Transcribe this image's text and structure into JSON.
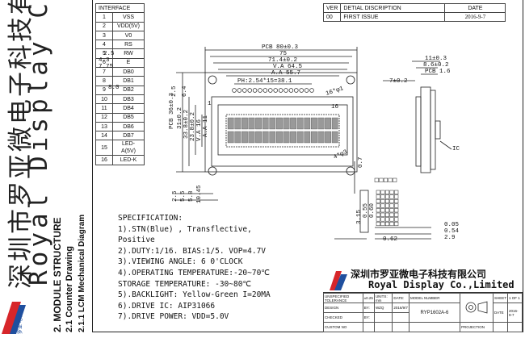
{
  "side_strip": {
    "company_cn": "深圳市罗亚微电子科技有限公司",
    "company_en": "Royal Display Co., Limited",
    "logo_text": "罗亚 电子",
    "section_main": "2. MODULE STRUCTURE",
    "section_sub": "2.1  Counter Drawing",
    "section_sub2": "2.1.1  LCM Mechanical Diagram"
  },
  "interface": {
    "title": "INTERFACE",
    "rows": [
      [
        "1",
        "VSS"
      ],
      [
        "2",
        "VDD(5V)"
      ],
      [
        "3",
        "V0"
      ],
      [
        "4",
        "RS"
      ],
      [
        "5",
        "RW"
      ],
      [
        "6",
        "E"
      ],
      [
        "7",
        "DB0"
      ],
      [
        "8",
        "DB1"
      ],
      [
        "9",
        "DB2"
      ],
      [
        "10",
        "DB3"
      ],
      [
        "11",
        "DB4"
      ],
      [
        "12",
        "DB5"
      ],
      [
        "13",
        "DB6"
      ],
      [
        "14",
        "DB7"
      ],
      [
        "15",
        "LED-A(5V)"
      ],
      [
        "16",
        "LED-K"
      ]
    ]
  },
  "revision": {
    "headers": [
      "VER",
      "DETIAL DISCRIPTION",
      "DATE"
    ],
    "rows": [
      [
        "00",
        "FIRST ISSUE",
        "2016-9-7"
      ]
    ]
  },
  "dimensions": {
    "pcb_w": "PCB 80±0.3",
    "d75": "75",
    "va_outer": "71.4±0.2",
    "va": "V.A 64.5",
    "aa": "A.A 55.7",
    "ph": "PH:2.54*15=38.1",
    "left_25": "2.5",
    "left_43": "4.3",
    "left_775": "7.75",
    "left_80": "8.0",
    "v25": "2.5",
    "v64": "6.4",
    "hole": "16*φ1",
    "pin1": "1",
    "pin16": "16",
    "pcb_h": "PCB 36±0.3",
    "h31": "31±0.2",
    "h238": "23.8±0.2",
    "h338": "33.8±0.2",
    "va_h": "V.A 16",
    "aa_h": "A.A 11",
    "b25": "2.5",
    "b55": "5.5",
    "b58": "5.8",
    "b1045": "10.45",
    "corner_hole": "4*φ3",
    "side_11": "11±0.3",
    "side_86": "8.6±0.2",
    "side_pcb": "PCB 1.6",
    "side_7": "7±0.2",
    "ic": "IC",
    "detail_07": "0.7",
    "detail_315": "3.15",
    "detail_055": "0.55",
    "detail_060": "0.60",
    "detail_062": "0.62",
    "detail_005": "0.05",
    "detail_054": "0.54",
    "detail_29": "2.9"
  },
  "specification": {
    "title": "SPECIFICATION:",
    "lines": [
      "1).STN(Blue) , Transflective,",
      "Positive",
      "2).DUTY:1/16. BIAS:1/5. VOP=4.7V",
      "3).VIEWING ANGLE: 6 0'CLOCK",
      "4).OPERATING TEMPERATURE:-20~70℃",
      "    STORAGE TEMPERATURE: -30~80℃",
      "5).BACKLIGHT: Yellow-Green  I=20MA",
      "6).DRIVE IC: AIP31066",
      "7).DRIVE POWER: VDD=5.0V"
    ]
  },
  "title_block": {
    "company_cn": "深圳市罗亚微电子科技有限公司",
    "company_en": "Royal Display Co.,Limited",
    "model_label": "MODEL NUMBER",
    "model": "RYP1602A-6",
    "sheet_label": "SHEET",
    "sheet": "1 OF 1",
    "date_label": "DATE",
    "date": "2016-9-7",
    "projection": "PROJECTION",
    "r1": [
      "UNSPECIFIED TOLERANCE",
      "±0.25",
      "UNITS: mm",
      "DATE:"
    ],
    "r2": [
      "DESIGN",
      "BY:",
      "WZQ",
      "2016/9/7"
    ],
    "r3": [
      "CHECKED",
      "BY:"
    ],
    "r4": [
      "CUSTOM NO"
    ]
  },
  "colors": {
    "logo_red": "#d7262a",
    "logo_blue": "#1f4f9e",
    "line": "#222222"
  }
}
